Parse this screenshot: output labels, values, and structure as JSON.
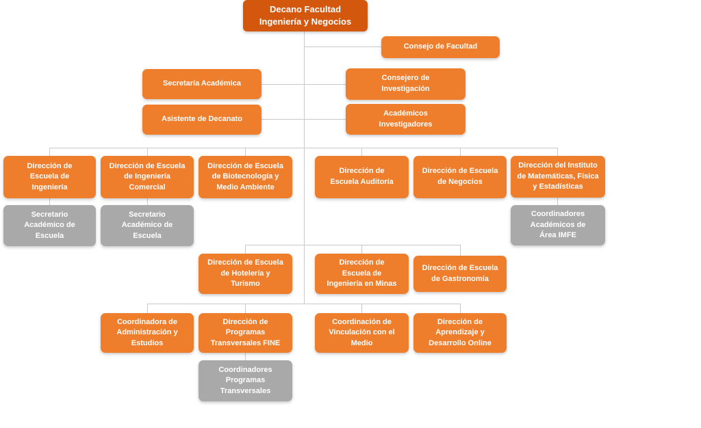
{
  "palette": {
    "primary": "#d4570e",
    "accent": "#ee7d2c",
    "support": "#a9a9a9",
    "line": "#c9c9c9",
    "text": "#ffffff",
    "background": "#ffffff"
  },
  "chart_title": "Decano Facultad Ingeniería y Negocios",
  "nodes": [
    {
      "id": "decano",
      "variant": "primary",
      "parent": null,
      "label": "Decano Facultad\nIngeniería y Negocios"
    },
    {
      "id": "consejo-facultad",
      "variant": "accent",
      "parent": "decano",
      "label": "Consejo de Facultad"
    },
    {
      "id": "secretaria-academica",
      "variant": "accent",
      "parent": "decano",
      "label": "Secretaría Académica"
    },
    {
      "id": "consejero-investigacion",
      "variant": "accent",
      "parent": "decano",
      "label": "Consejero de\nInvestigación"
    },
    {
      "id": "asistente-decanato",
      "variant": "accent",
      "parent": "decano",
      "label": "Asistente de Decanato"
    },
    {
      "id": "academicos-investigadores",
      "variant": "accent",
      "parent": "decano",
      "label": "Académicos\nInvestigadores"
    },
    {
      "id": "direccion-escuela-ingenieria",
      "variant": "accent",
      "parent": "decano",
      "label": "Dirección de\nEscuela de\nIngeniería"
    },
    {
      "id": "direccion-escuela-ingenieria-comercial",
      "variant": "accent",
      "parent": "decano",
      "label": "Dirección de Escuela\nde Ingeniería\nComercial"
    },
    {
      "id": "direccion-escuela-biotecnologia",
      "variant": "accent",
      "parent": "decano",
      "label": "Dirección de Escuela\nde Biotecnología y\nMedio Ambiente"
    },
    {
      "id": "direccion-escuela-auditoria",
      "variant": "accent",
      "parent": "decano",
      "label": "Dirección de\nEscuela Auditoría"
    },
    {
      "id": "direccion-escuela-negocios",
      "variant": "accent",
      "parent": "decano",
      "label": "Dirección de Escuela\nde Negocios"
    },
    {
      "id": "direccion-instituto-imfe",
      "variant": "accent",
      "parent": "decano",
      "label": "Dirección del Instituto\nde Matemáticas, Física\ny Estadísticas"
    },
    {
      "id": "secretario-academico-escuela-1",
      "variant": "support",
      "parent": "direccion-escuela-ingenieria",
      "label": "Secretario\nAcadémico de\nEscuela"
    },
    {
      "id": "secretario-academico-escuela-2",
      "variant": "support",
      "parent": "direccion-escuela-ingenieria-comercial",
      "label": "Secretario\nAcadémico de\nEscuela"
    },
    {
      "id": "coordinadores-academicos-imfe",
      "variant": "support",
      "parent": "direccion-instituto-imfe",
      "label": "Coordinadores\nAcadémicos de\nÁrea IMFE"
    },
    {
      "id": "direccion-escuela-hoteleria",
      "variant": "accent",
      "parent": "decano",
      "label": "Dirección de Escuela\nde Hotelería y\nTurismo"
    },
    {
      "id": "direccion-escuela-mineria",
      "variant": "accent",
      "parent": "decano",
      "label": "Dirección de\nEscuela de\nIngeniería en Minas"
    },
    {
      "id": "direccion-escuela-gastronomia",
      "variant": "accent",
      "parent": "decano",
      "label": "Dirección de Escuela\nde Gastronomía"
    },
    {
      "id": "coordinadora-administracion",
      "variant": "accent",
      "parent": "decano",
      "label": "Coordinadora de\nAdministración y\nEstudios"
    },
    {
      "id": "direccion-programas-fine",
      "variant": "accent",
      "parent": "decano",
      "label": "Dirección de\nProgramas\nTransversales FINE"
    },
    {
      "id": "coordinacion-vinculacion",
      "variant": "accent",
      "parent": "decano",
      "label": "Coordinación de\nVinculación con el\nMedio"
    },
    {
      "id": "direccion-aprendizaje-online",
      "variant": "accent",
      "parent": "decano",
      "label": "Dirección de\nAprendizaje y\nDesarrollo Online"
    },
    {
      "id": "coordinadores-programas-transversales",
      "variant": "support",
      "parent": "direccion-programas-fine",
      "label": "Coordinadores\nProgramas\nTransversales"
    }
  ]
}
